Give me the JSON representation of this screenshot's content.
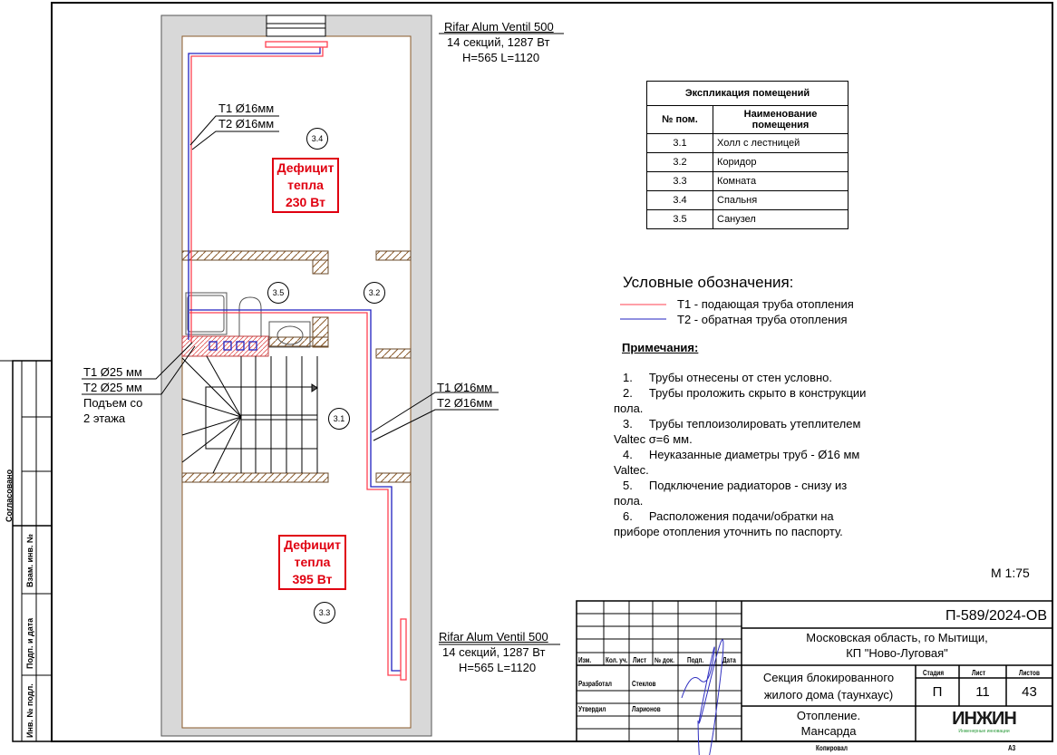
{
  "radiator_top": {
    "model": "Rifar Alum Ventil 500",
    "spec": "14 секций, 1287 Вт",
    "size": "H=565 L=1120"
  },
  "radiator_bottom": {
    "model": "Rifar Alum Ventil 500",
    "spec": "14 секций, 1287 Вт",
    "size": "H=565 L=1120"
  },
  "pipe_labels": {
    "top_t1": "T1 Ø16мм",
    "top_t2": "T2 Ø16мм",
    "left_t1": "T1 Ø25 мм",
    "left_t2": "T2 Ø25 мм",
    "left_note1": "Подъем со",
    "left_note2": "2 этажа",
    "right_t1": "T1 Ø16мм",
    "right_t2": "T2 Ø16мм"
  },
  "deficit_top": {
    "l1": "Дефицит",
    "l2": "тепла",
    "l3": "230 Вт"
  },
  "deficit_bottom": {
    "l1": "Дефицит",
    "l2": "тепла",
    "l3": "395 Вт"
  },
  "rooms": [
    "3.4",
    "3.5",
    "3.2",
    "3.1",
    "3.3"
  ],
  "explication": {
    "title": "Экспликация помещений",
    "col1": "№ пом.",
    "col2a": "Наименование",
    "col2b": "помещения",
    "rows": [
      {
        "n": "3.1",
        "name": "Холл с лестницей"
      },
      {
        "n": "3.2",
        "name": "Коридор"
      },
      {
        "n": "3.3",
        "name": "Комната"
      },
      {
        "n": "3.4",
        "name": "Спальня"
      },
      {
        "n": "3.5",
        "name": "Санузел"
      }
    ]
  },
  "legend": {
    "title": "Условные обозначения:",
    "t1": "Т1 - подающая труба отопления",
    "t2": "Т2 - обратная труба отопления",
    "t1_color": "#ff4050",
    "t2_color": "#2020c0"
  },
  "notes": {
    "title": "Примечания:",
    "lines": [
      "1.     Трубы отнесены от стен условно.",
      "2.     Трубы проложить скрыто в конструкции",
      "пола.",
      "3.     Трубы теплоизолировать утеплителем",
      "Valtec σ=6 мм.",
      "4.     Неуказанные диаметры труб - Ø16 мм",
      "Valtec.",
      "5.     Подключение радиаторов - снизу из",
      "пола.",
      "6.     Расположения подачи/обратки на",
      "приборе отопления уточнить по паспорту."
    ]
  },
  "scale": "М 1:75",
  "stamp": {
    "code": "П-589/2024-ОВ",
    "location1": "Московская область, го Мытищи,",
    "location2": "КП \"Ново-Луговая\"",
    "object1": "Секция блокированного",
    "object2": "жилого дома (таунхаус)",
    "sheet1": "Отопление.",
    "sheet2": "Мансарда",
    "stage_h": "Стадия",
    "sheet_h": "Лист",
    "sheets_h": "Листов",
    "stage": "П",
    "sheet": "11",
    "sheets": "43",
    "logo": "ИНЖИН",
    "logo_sub": "Инженерные инновации",
    "cols": [
      "Изм.",
      "Кол. уч.",
      "Лист",
      "№ док.",
      "Подп.",
      "Дата"
    ],
    "role1": "Разработал",
    "name1": "Стеклов",
    "role2": "Утвердил",
    "name2": "Ларионов",
    "copied": "Копировал",
    "format": "А3"
  },
  "side": {
    "agreed": "Согласовано",
    "inv_sub": "Взам. инв. №",
    "sign_date": "Подп. и дата",
    "inv_orig": "Инв. № подл."
  }
}
